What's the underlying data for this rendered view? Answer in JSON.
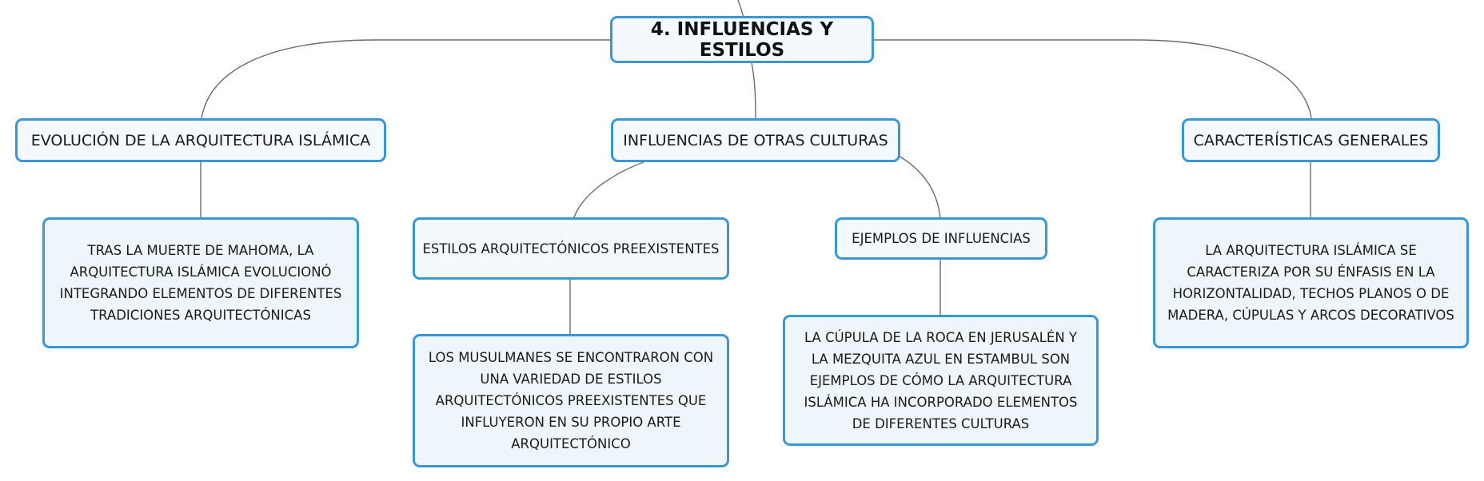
{
  "diagram": {
    "root": {
      "label": "4. INFLUENCIAS Y ESTILOS"
    },
    "topics": [
      {
        "label": "EVOLUCIÓN DE LA ARQUITECTURA ISLÁMICA",
        "detail": "TRAS LA MUERTE DE MAHOMA, LA ARQUITECTURA ISLÁMICA EVOLUCIONÓ INTEGRANDO ELEMENTOS DE DIFERENTES TRADICIONES ARQUITECTÓNICAS"
      },
      {
        "label": "INFLUENCIAS DE OTRAS CULTURAS",
        "subtopics": [
          {
            "label": "ESTILOS ARQUITECTÓNICOS PREEXISTENTES",
            "detail": "LOS MUSULMANES SE ENCONTRARON CON UNA VARIEDAD DE ESTILOS ARQUITECTÓNICOS PREEXISTENTES QUE INFLUYERON EN SU PROPIO ARTE ARQUITECTÓNICO"
          },
          {
            "label": "EJEMPLOS DE INFLUENCIAS",
            "detail": "LA CÚPULA DE LA ROCA EN JERUSALÉN Y LA MEZQUITA AZUL EN ESTAMBUL SON EJEMPLOS DE CÓMO LA ARQUITECTURA ISLÁMICA HA INCORPORADO ELEMENTOS DE DIFERENTES CULTURAS"
          }
        ]
      },
      {
        "label": "CARACTERÍSTICAS GENERALES",
        "detail": "LA ARQUITECTURA ISLÁMICA SE CARACTERIZA POR SU ÉNFASIS EN LA HORIZONTALIDAD, TECHOS PLANOS O DE MADERA, CÚPULAS Y ARCOS DECORATIVOS"
      }
    ]
  },
  "colors": {
    "node_border": "#3a97d6",
    "node_fill": "#eef6fc",
    "connector": "#6b6b6b",
    "text": "#1a1a1a"
  }
}
